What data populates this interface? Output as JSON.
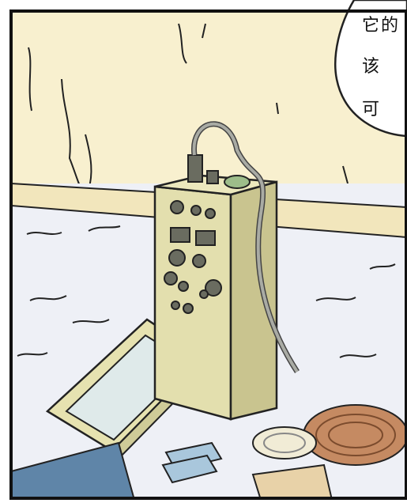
{
  "speech_bubble": {
    "lines": [
      "它的",
      "该",
      "可"
    ]
  }
}
